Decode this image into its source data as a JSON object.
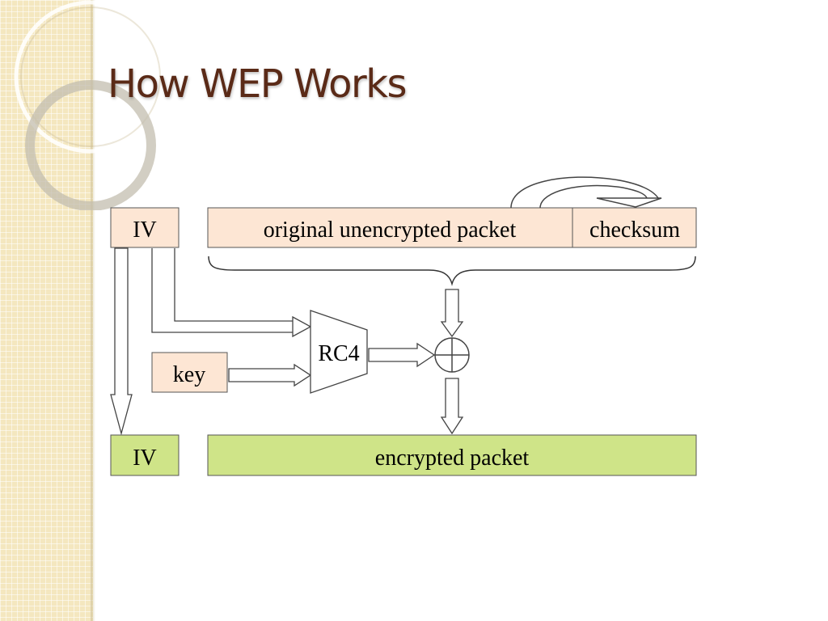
{
  "slide": {
    "title": "How WEP Works"
  },
  "diagram": {
    "iv_top": "IV",
    "packet": "original unencrypted packet",
    "checksum": "checksum",
    "key": "key",
    "cipher": "RC4",
    "iv_bottom": "IV",
    "encrypted": "encrypted packet"
  },
  "colors": {
    "title": "#5a2a17",
    "input_box_fill": "#fde6d4",
    "output_box_fill": "#cfe488",
    "sidebar": "#f4e7bf"
  }
}
